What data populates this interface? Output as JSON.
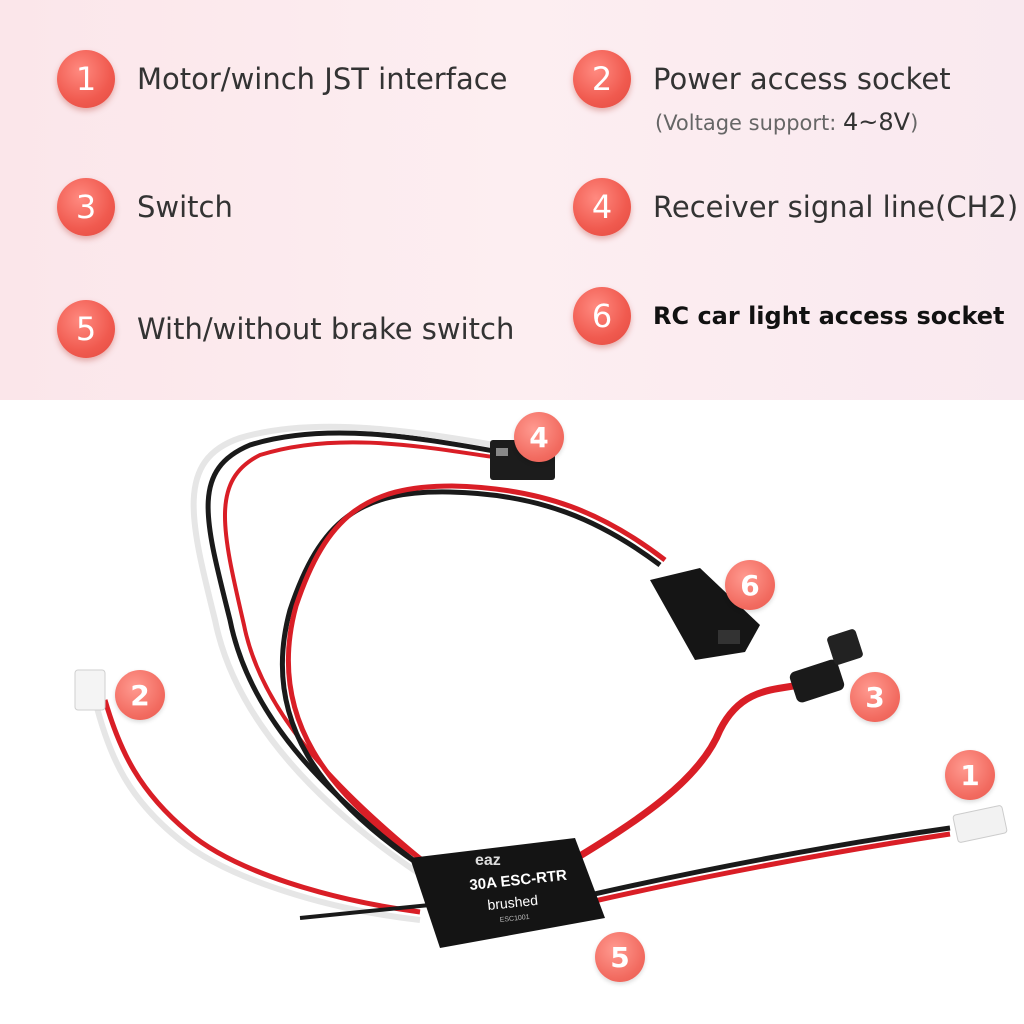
{
  "legend": {
    "items": [
      {
        "num": "1",
        "label": "Motor/winch JST interface"
      },
      {
        "num": "2",
        "label": "Power access socket"
      },
      {
        "num": "3",
        "label": "Switch"
      },
      {
        "num": "4",
        "label": "Receiver signal line(CH2)"
      },
      {
        "num": "5",
        "label": "With/without brake switch"
      },
      {
        "num": "6",
        "label": "RC car light access socket"
      }
    ],
    "voltage_prefix": "(Voltage support: ",
    "voltage_value": "4~8V",
    "voltage_suffix": ")"
  },
  "esc": {
    "brand": "eaz",
    "model": "30A ESC-RTR",
    "type": "brushed",
    "code": "ESC1001"
  },
  "callouts": [
    "4",
    "6",
    "2",
    "3",
    "1",
    "5"
  ],
  "colors": {
    "badge": "#f05a4f",
    "wire_red": "#d91e26",
    "wire_black": "#1a1a1a",
    "wire_white": "#e6e6e6",
    "legend_bg": "#fbe6ea"
  }
}
